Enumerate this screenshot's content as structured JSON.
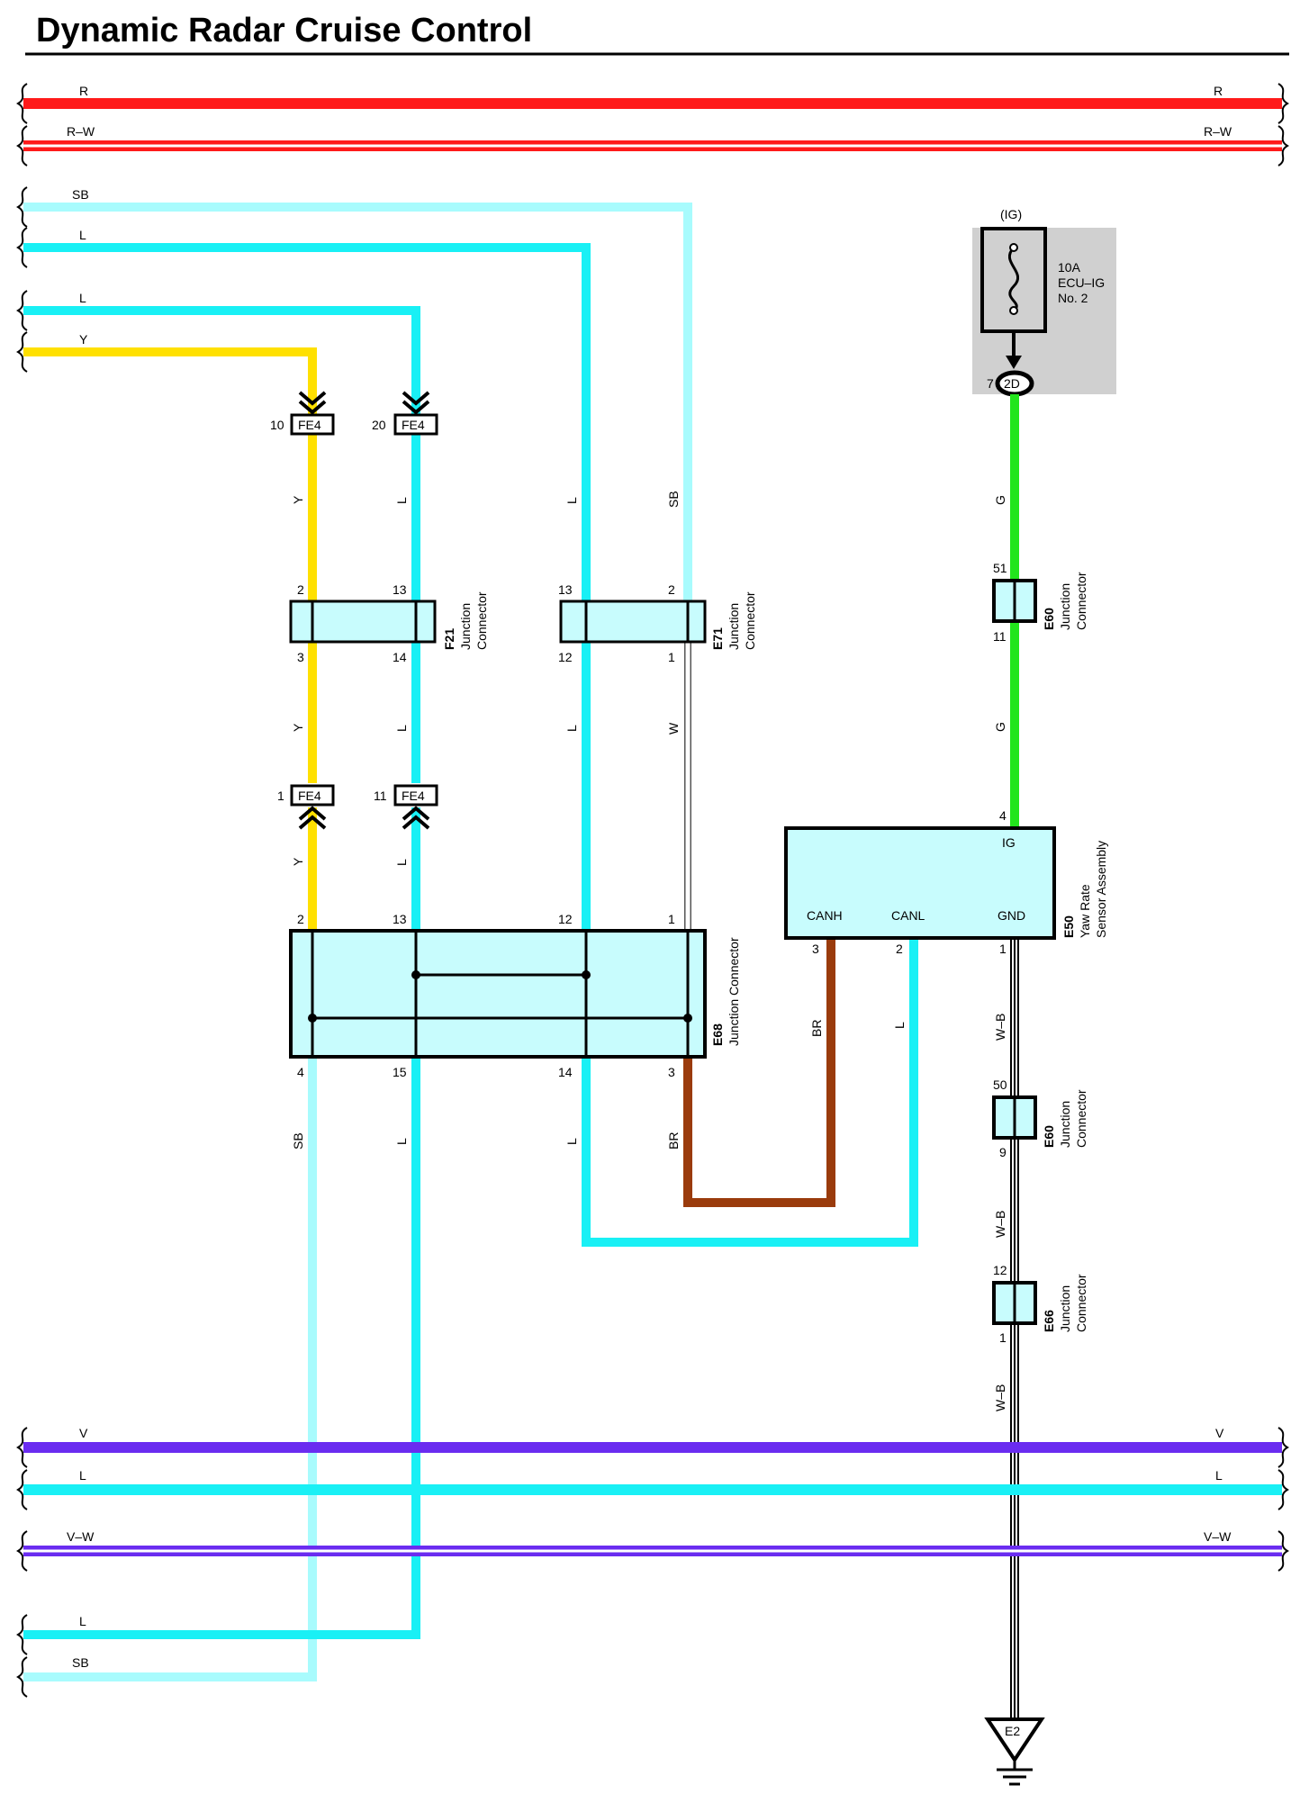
{
  "title": "Dynamic Radar Cruise Control",
  "colors": {
    "R": "#ff1a1a",
    "Y": "#ffe000",
    "L": "#19f0f5",
    "SB": "#a8fbfd",
    "G": "#22e51c",
    "BR": "#9a3b0c",
    "V": "#6a2cf0",
    "W": "#ffffff",
    "connector_fill": "#c8fcfd",
    "fuse_box_fill": "#d0d0d0"
  },
  "buses": {
    "top_r": {
      "left": "R",
      "right": "R"
    },
    "top_rw": {
      "left": "R–W",
      "right": "R–W"
    },
    "bottom_v": {
      "left": "V",
      "right": "V"
    },
    "bottom_l": {
      "left": "L",
      "right": "L"
    },
    "bottom_vw": {
      "left": "V–W",
      "right": "V–W"
    }
  },
  "wire_labels": {
    "sb_top": "SB",
    "l_top": "L",
    "l_second": "L",
    "y_top": "Y",
    "l_bottom": "L",
    "sb_bottom": "SB",
    "y_run1": "Y",
    "l_run1": "L",
    "l_run_e71": "L",
    "sb_run_e71": "SB",
    "y_run2": "Y",
    "l_run2": "L",
    "l_run2_e71": "L",
    "w_run": "W",
    "y_run3": "Y",
    "l_run3": "L",
    "sb_run4": "SB",
    "l_run4": "L",
    "l_run4b": "L",
    "br_run4": "BR",
    "br_canh": "BR",
    "l_canl": "L",
    "g_run1": "G",
    "g_run2": "G",
    "wb_run1": "W–B",
    "wb_run2": "W–B",
    "wb_run3": "W–B"
  },
  "fuse": {
    "header": "(IG)",
    "rating": "10A",
    "name": "ECU–IG",
    "number": "No. 2",
    "pin": "7",
    "connector": "2D"
  },
  "fe4": {
    "top_left": {
      "pin": "10",
      "code": "FE4"
    },
    "top_right": {
      "pin": "20",
      "code": "FE4"
    },
    "bottom_left": {
      "pin": "1",
      "code": "FE4"
    },
    "bottom_right": {
      "pin": "11",
      "code": "FE4"
    }
  },
  "f21": {
    "code": "F21",
    "desc1": "Junction",
    "desc2": "Connector",
    "pins_top": [
      "2",
      "13"
    ],
    "pins_bottom": [
      "3",
      "14"
    ]
  },
  "e71": {
    "code": "E71",
    "desc1": "Junction",
    "desc2": "Connector",
    "pins_top": [
      "13",
      "2"
    ],
    "pins_bottom": [
      "12",
      "1"
    ]
  },
  "e68": {
    "code": "E68",
    "desc1": "Junction Connector",
    "pins_top": [
      "2",
      "13",
      "12",
      "1"
    ],
    "pins_bottom": [
      "4",
      "15",
      "14",
      "3"
    ]
  },
  "e50": {
    "code": "E50",
    "desc1": "Yaw Rate",
    "desc2": "Sensor Assembly",
    "terminal_ig": "IG",
    "terminal_canh": "CANH",
    "terminal_canl": "CANL",
    "terminal_gnd": "GND",
    "pin_ig": "4",
    "pin_canh": "3",
    "pin_canl": "2",
    "pin_gnd": "1"
  },
  "e60_top": {
    "code": "E60",
    "desc1": "Junction",
    "desc2": "Connector",
    "pin_top": "51",
    "pin_bottom": "11"
  },
  "e60_bottom": {
    "code": "E60",
    "desc1": "Junction",
    "desc2": "Connector",
    "pin_top": "50",
    "pin_bottom": "9"
  },
  "e66": {
    "code": "E66",
    "desc1": "Junction",
    "desc2": "Connector",
    "pin_top": "12",
    "pin_bottom": "1"
  },
  "ground": {
    "label": "E2"
  }
}
